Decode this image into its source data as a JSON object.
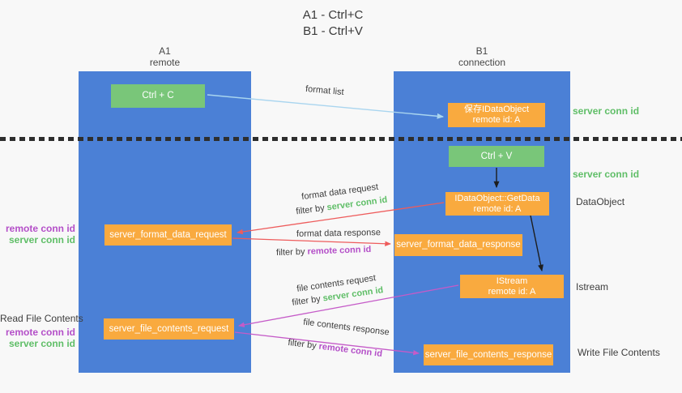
{
  "title": {
    "line1": "A1 - Ctrl+C",
    "line2": "B1 - Ctrl+V"
  },
  "lanes": {
    "left": {
      "name": "A1",
      "role": "remote"
    },
    "right": {
      "name": "B1",
      "role": "connection"
    }
  },
  "nodes": {
    "ctrl_c": {
      "label": "Ctrl + C"
    },
    "save_idataobject": {
      "line1": "保存IDataObject",
      "line2": "remote id: A"
    },
    "ctrl_v": {
      "label": "Ctrl + V"
    },
    "idataobject_getdata": {
      "line1": "IDataObject::GetData",
      "line2": "remote id: A"
    },
    "server_format_data_request": {
      "label": "server_format_data_request"
    },
    "server_format_data_response": {
      "label": "server_format_data_response"
    },
    "istream": {
      "line1": "IStream",
      "line2": "remote id: A"
    },
    "server_file_contents_request": {
      "label": "server_file_contents_request"
    },
    "server_file_contents_response": {
      "label": "server_file_contents_response"
    }
  },
  "flow_labels": {
    "format_list": "format list",
    "format_data_request": "format data request",
    "format_data_response": "format data response",
    "file_contents_request": "file contents request",
    "file_contents_response": "file contents response"
  },
  "terms": {
    "filter_by": "filter by",
    "server_conn_id": "server conn id",
    "remote_conn_id": "remote conn id"
  },
  "side_labels": {
    "dataobject": "DataObject",
    "istream": "Istream",
    "read_file_contents": "Read File Contents",
    "write_file_contents": "Write File Contents"
  },
  "colors": {
    "lane_blue": "#4b80d6",
    "node_green": "#79c679",
    "node_orange": "#f9aa3f",
    "green_id": "#5fbe67",
    "purple_id": "#b44fc8",
    "arrow_blue": "#a9d5ef",
    "arrow_red": "#ee5c5c",
    "arrow_magenta": "#c55bc8",
    "arrow_black": "#1d1d1d",
    "text_dark": "#3d3d3d"
  }
}
